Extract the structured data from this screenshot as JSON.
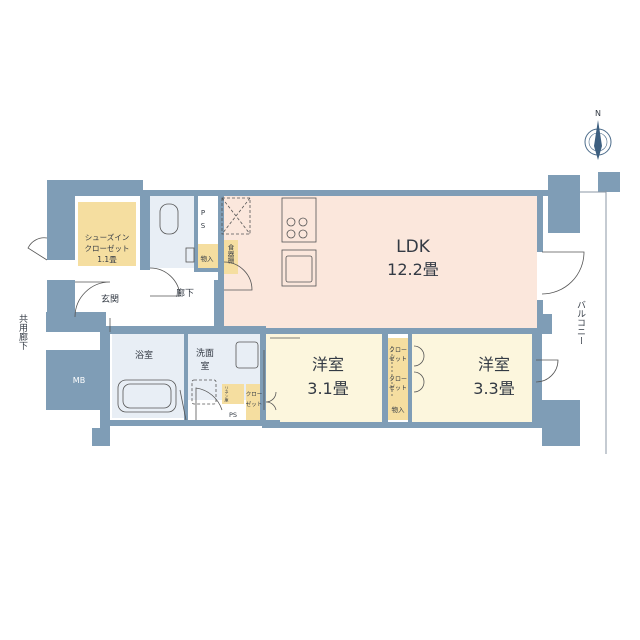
{
  "compass": {
    "north_label": "N"
  },
  "rooms": {
    "ldk": {
      "name": "LDK",
      "size": "12.2畳"
    },
    "western1": {
      "name": "洋室",
      "size": "3.1畳"
    },
    "western2": {
      "name": "洋室",
      "size": "3.3畳"
    },
    "shoe_closet": {
      "name1": "シューズイン",
      "name2": "クローゼット",
      "size": "1.1畳"
    },
    "entrance": "玄関",
    "corridor": "廊下",
    "bath": "浴室",
    "washroom": {
      "line1": "洗面",
      "line2": "室"
    },
    "mb": "MB",
    "ps_top": "PS",
    "ps_bottom": "PS",
    "storage_top": "物入",
    "storage_right": "物入",
    "pantry": "食器棚",
    "linen": "リネン庫",
    "closet_small": {
      "line1": "クロー",
      "line2": "ゼット"
    },
    "closet_a": {
      "line1": "クロー",
      "line2": "ゼット"
    },
    "closet_b": {
      "line1": "クロー",
      "line2": "ゼット"
    }
  },
  "outside": {
    "common_corridor": "共用廊下",
    "balcony": "バルコニー"
  },
  "colors": {
    "wall": "#7f9db6",
    "ldk": "#fbe7dc",
    "western": "#fcf6dd",
    "wet": "#e8eef5",
    "storage": "#f5dea0",
    "floor": "#ffffff"
  }
}
